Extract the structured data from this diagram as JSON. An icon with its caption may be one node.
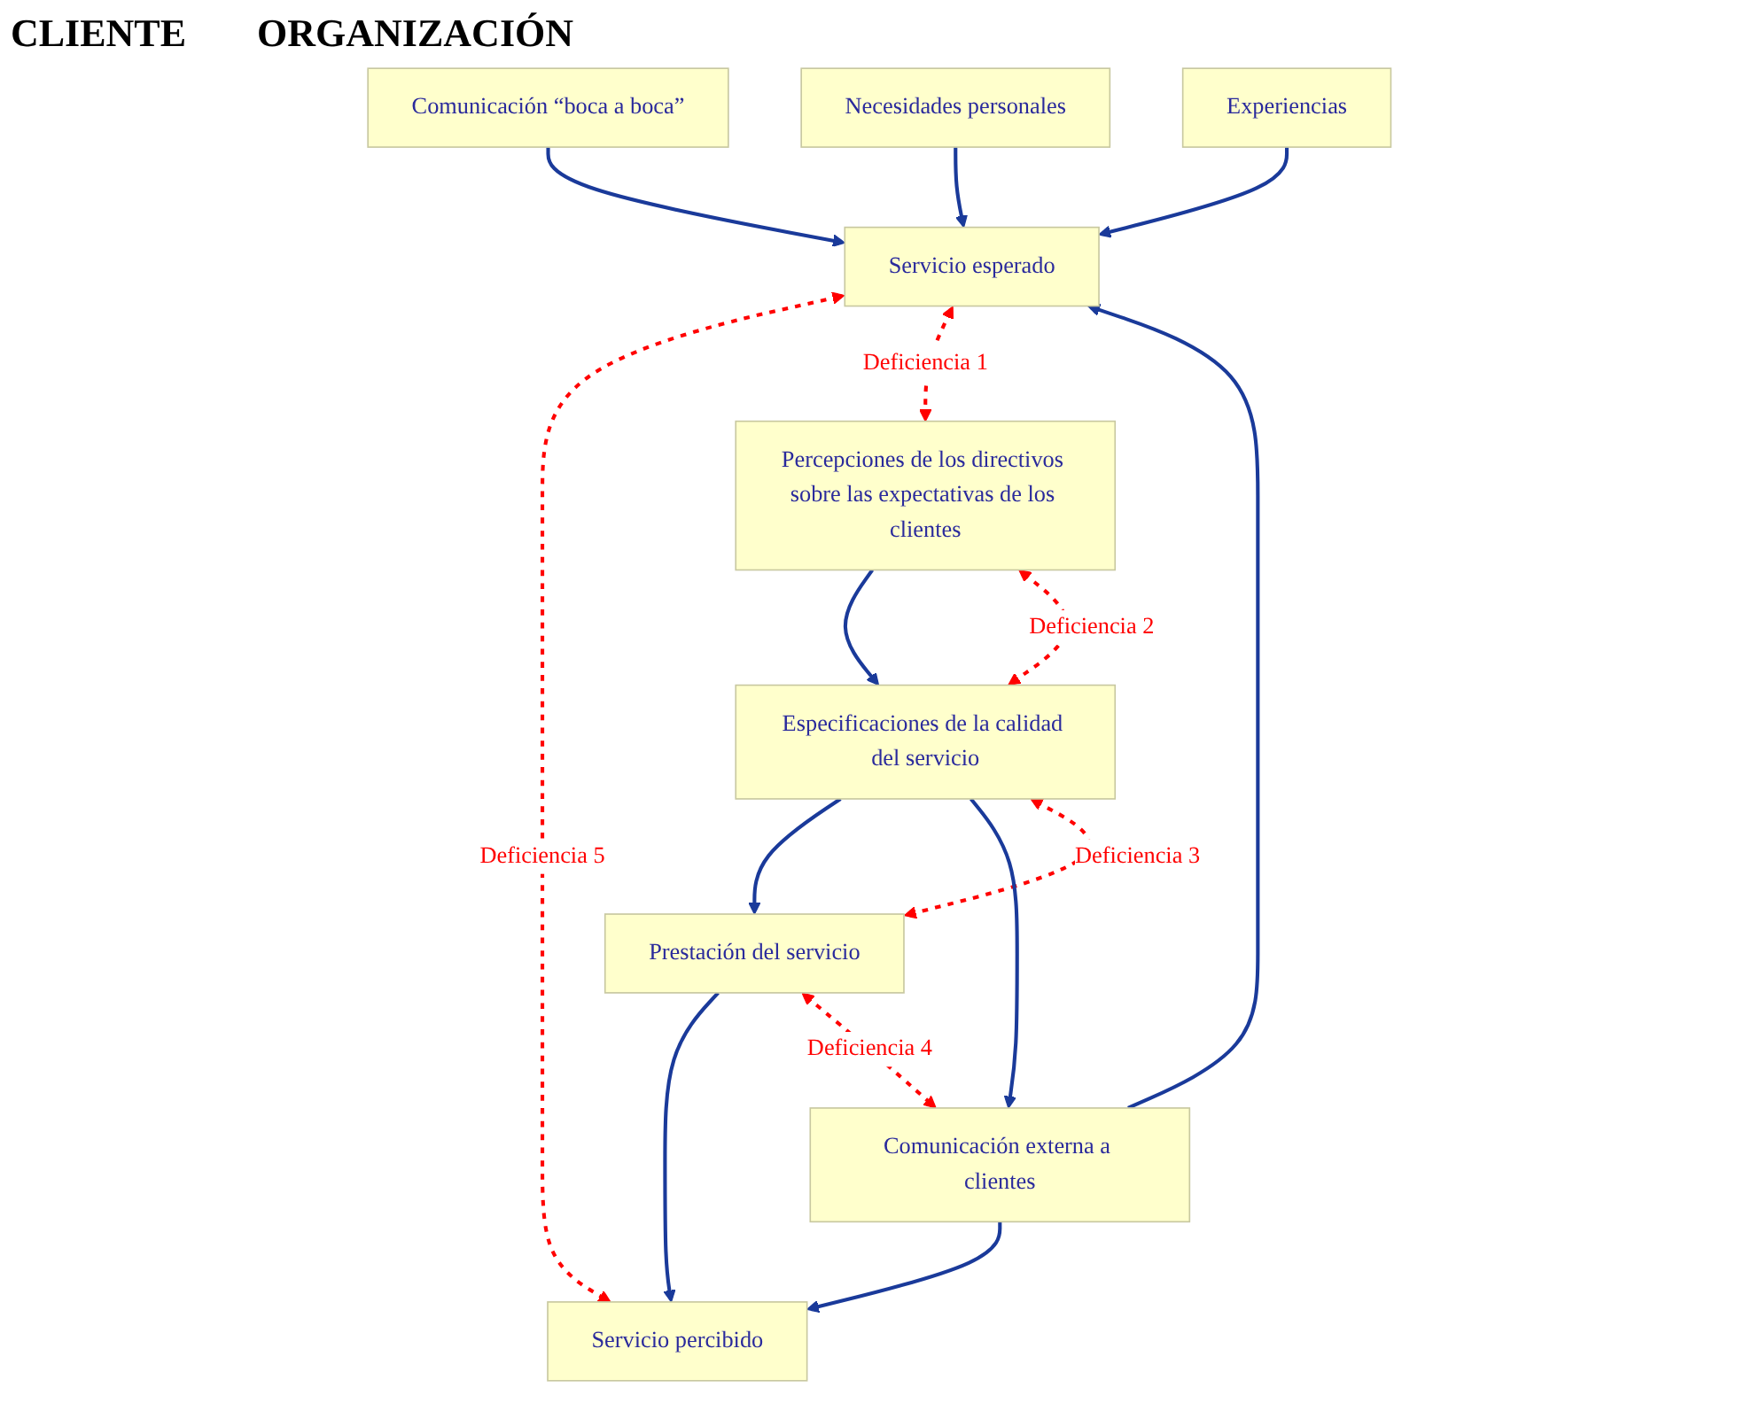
{
  "diagram": {
    "nodes": [
      {
        "text": [
          "Comunicación “boca a boca”"
        ]
      },
      {
        "text": [
          "Necesidades personales"
        ]
      },
      {
        "text": [
          "Experiencias"
        ]
      },
      {
        "text": [
          "Servicio esperado"
        ]
      },
      {
        "text": [
          "Servicio percibido"
        ]
      },
      {
        "text": [
          "Prestación del servicio"
        ]
      },
      {
        "text": [
          "Comunicación externa a clientes"
        ]
      },
      {
        "text": [
          "Especificaciones de la calidad del servicio"
        ]
      },
      {
        "text": [
          "Percepciones de los directivos sobre las expectativas de los clientes"
        ]
      }
    ],
    "edges": [
      {
        "from": 0,
        "to": 3,
        "arrow": "to"
      },
      {
        "from": 1,
        "to": 3,
        "arrow": "to"
      },
      {
        "from": 2,
        "to": 3,
        "arrow": "to"
      },
      {
        "from": 3,
        "to": 4,
        "arrow": "both",
        "label": "Deficiencia 5",
        "style": "dashed",
        "color": "#ff0000"
      },
      {
        "from": 6,
        "to": 3,
        "arrow": "to"
      },
      {
        "from": 6,
        "to": 4,
        "arrow": "to"
      },
      {
        "from": 5,
        "to": 4,
        "arrow": "to"
      },
      {
        "from": 5,
        "to": 6,
        "arrow": "both",
        "label": "Deficiencia 4",
        "style": "dashed",
        "color": "#ff0000"
      },
      {
        "from": 5,
        "to": 7,
        "arrow": "both",
        "label": "Deficiencia 3",
        "style": "dashed",
        "color": "#ff0000"
      },
      {
        "from": 7,
        "to": 5,
        "arrow": "to"
      },
      {
        "from": 7,
        "to": 6,
        "arrow": "to"
      },
      {
        "from": 7,
        "to": 8,
        "arrow": "both",
        "label": "Deficiencia 2",
        "style": "dashed",
        "color": "#ff0000"
      },
      {
        "from": 8,
        "to": 7,
        "arrow": "to"
      },
      {
        "from": 3,
        "to": 8,
        "arrow": "both",
        "label": "Deficiencia 1",
        "style": "dashed",
        "color": "#ff0000"
      }
    ],
    "labels": [
      "CLIENTE",
      "ORGANIZACIÓN"
    ]
  }
}
